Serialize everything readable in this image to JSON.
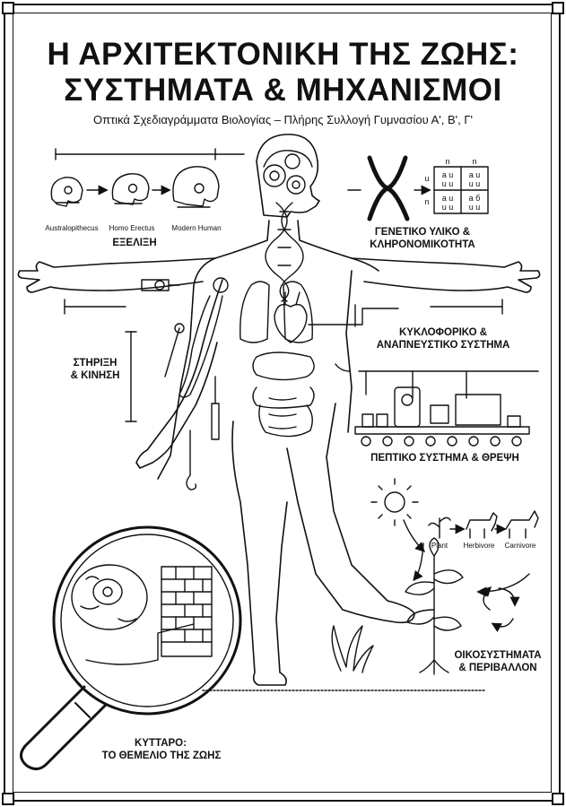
{
  "title": {
    "line1": "Η ΑΡΧΙΤΕΚΤΟΝΙΚΗ ΤΗΣ ΖΩΗΣ:",
    "line2": "ΣΥΣΤΗΜΑΤΑ & ΜΗΧΑΝΙΣΜΟΙ"
  },
  "subtitle": "Οπτικά Σχεδιαγράμματα Βιολογίας – Πλήρης Συλλογή Γυμνασίου Α', Β', Γ'",
  "evolution": {
    "label": "ΕΞΕΛΙΞΗ",
    "skulls": [
      "Australopithecus",
      "Homo Erectus",
      "Modern Human"
    ]
  },
  "genetics": {
    "label_line1": "ΓΕΝΕΤΙΚΟ ΥΛΙΚΟ &",
    "label_line2": "ΚΛΗΡΟΝΟΜΙΚΟΤΗΤΑ",
    "punnett_header": [
      "n",
      "n"
    ],
    "punnett_side": [
      "u",
      "n"
    ],
    "punnett_cells": [
      "a u\nu u",
      "a u\nu u",
      "a u\nu u",
      "a б\nu u"
    ]
  },
  "circulatory": {
    "label_line1": "ΚΥΚΛΟΦΟΡΙΚΟ &",
    "label_line2": "ΑΝΑΠΝΕΥΣΤΙΚΟ ΣΥΣΤΗΜΑ"
  },
  "support": {
    "label_line1": "ΣΤΗΡΙΞΗ",
    "label_line2": "& ΚΙΝΗΣΗ"
  },
  "digestive": {
    "label": "ΠΕΠΤΙΚΟ ΣΥΣΤΗΜΑ & ΘΡΕΨΗ"
  },
  "ecosystem": {
    "chain": [
      "Plant",
      "Herbivore",
      "Carnivore"
    ],
    "label_line1": "ΟΙΚΟΣΥΣΤΗΜΑΤΑ",
    "label_line2": "& ΠΕΡΙΒΑΛΛΟΝ"
  },
  "cell": {
    "label_line1": "ΚΥΤΤΑΡΟ:",
    "label_line2": "ΤΟ ΘΕΜΕΛΙΟ ΤΗΣ ΖΩΗΣ"
  }
}
